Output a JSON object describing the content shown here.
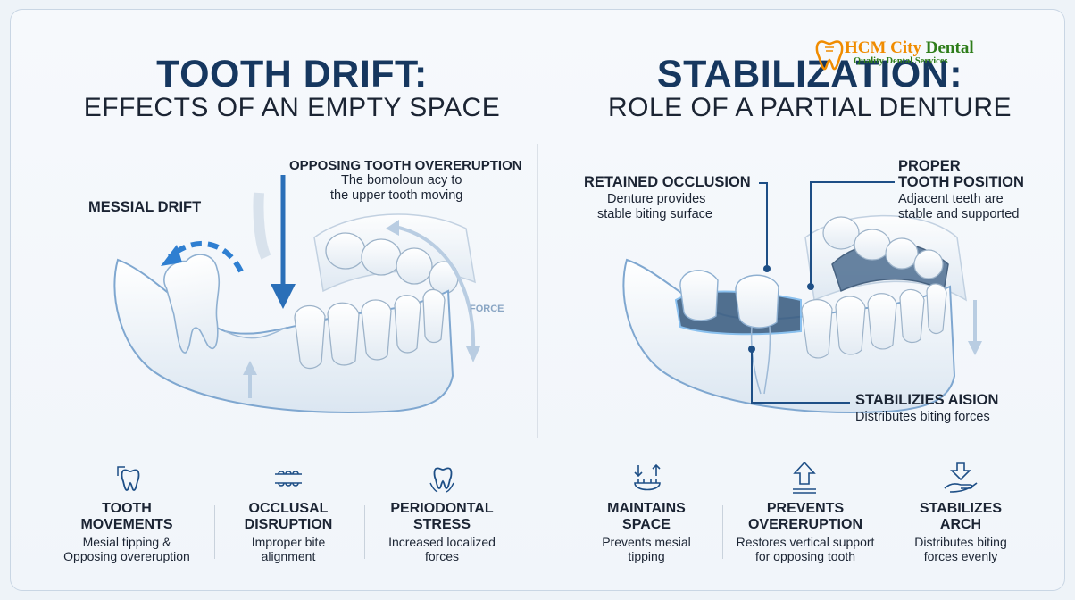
{
  "brand": {
    "name_part1": "HCM City ",
    "name_part2": "Dental",
    "tagline": "Quality Dental Services"
  },
  "left": {
    "title": "TOOTH DRIFT:",
    "subtitle": "EFFECTS OF AN EMPTY SPACE",
    "callouts": {
      "messial_drift": "MESSIAL DRIFT",
      "overeruption_title": "OPPOSING TOOTH OVERERUPTION",
      "overeruption_line1": "The bomoloun acy to",
      "overeruption_line2": "the upper tooth moving",
      "force": "FORCE"
    },
    "features": [
      {
        "h1": "TOOTH",
        "h2": "MOVEMENTS",
        "d1": "Mesial tipping &",
        "d2": "Opposing overeruption"
      },
      {
        "h1": "OCCLUSAL",
        "h2": "DISRUPTION",
        "d1": "Improper bite",
        "d2": "alignment"
      },
      {
        "h1": "PERIODONTAL",
        "h2": "STRESS",
        "d1": "Increased localized",
        "d2": "forces"
      }
    ]
  },
  "right": {
    "title": "STABILIZATION:",
    "subtitle": "ROLE OF A PARTIAL DENTURE",
    "callouts": {
      "retained_title": "RETAINED OCCLUSION",
      "retained_line1": "Denture provides",
      "retained_line2": "stable biting surface",
      "proper_title1": "PROPER",
      "proper_title2": "TOOTH POSITION",
      "proper_line1": "Adjacent teeth are",
      "proper_line2": "stable and supported",
      "stab_title": "STABILIZIES AISION",
      "stab_line1": "Distributes biting forces"
    },
    "features": [
      {
        "h1": "MAINTAINS",
        "h2": "SPACE",
        "d1": "Prevents mesial",
        "d2": "tipping"
      },
      {
        "h1": "PREVENTS",
        "h2": "OVERERUPTION",
        "d1": "Restores vertical support",
        "d2": "for opposing tooth"
      },
      {
        "h1": "STABILIZES",
        "h2": "ARCH",
        "d1": "Distributes biting",
        "d2": "forces evenly"
      }
    ]
  },
  "colors": {
    "title_blue": "#16375f",
    "accent_blue": "#2f7fd1",
    "dark_line": "#1e4f86",
    "logo_orange": "#f08c00",
    "logo_green": "#2e7d1a"
  }
}
